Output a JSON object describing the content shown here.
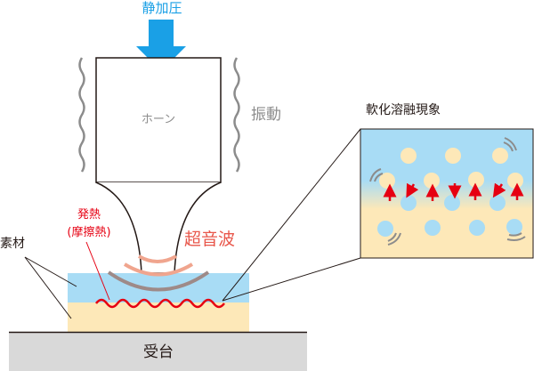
{
  "labels": {
    "static_pressure": "静加圧",
    "horn": "ホーン",
    "vibration": "振動",
    "heat": "発熱",
    "friction_heat": "(摩擦熱)",
    "ultrasonic": "超音波",
    "material": "素材",
    "anvil": "受台",
    "zoom_title": "軟化溶融現象"
  },
  "colors": {
    "arrow": "#1aa0e6",
    "red": "#e60012",
    "salmon": "#e8574b",
    "blue_layer": "#a8dcf5",
    "yellow_layer": "#fde8b8",
    "base": "#d9d9d9",
    "gray_text": "#8c8c8c"
  }
}
